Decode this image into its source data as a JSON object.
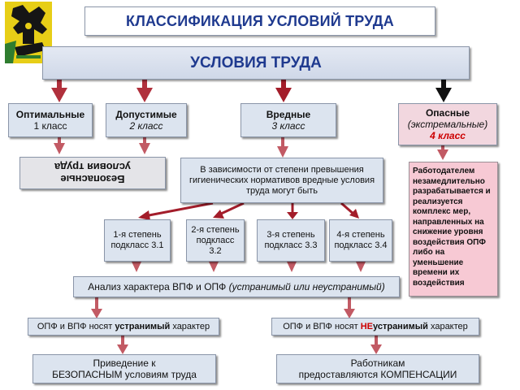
{
  "title": "КЛАССИФИКАЦИЯ УСЛОВИЙ ТРУДА",
  "band": "УСЛОВИЯ ТРУДА",
  "classes": {
    "optimal": {
      "name": "Оптимальные",
      "cls": "1 класс"
    },
    "admissible": {
      "name": "Допустимые",
      "cls": "2 класс"
    },
    "harmful": {
      "name": "Вредные",
      "cls": "3 класс"
    },
    "dangerous": {
      "name": "Опасные",
      "sub": "(экстремальные)",
      "cls": "4 класс"
    }
  },
  "safe_conditions": {
    "line1": "Безопасные",
    "line2": "условия труда"
  },
  "harmful_note": "В зависимости от степени превышения гигиенических нормативов вредные условия труда могут быть",
  "dangerous_note": "Работодателем незамедлительно разрабатывается и реализуется комплекс мер, направленных на снижение уровня воздействия ОПФ либо на уменьшение времени их воздействия",
  "degrees": [
    {
      "label": "1-я степень подкласс 3.1"
    },
    {
      "label": "2-я степень подкласс 3.2"
    },
    {
      "label": "3-я степень подкласс 3.3"
    },
    {
      "label": "4-я степень подкласс 3.4"
    }
  ],
  "analysis": {
    "text": "Анализ характера ВПФ и ОПФ ",
    "italic": "(устранимый или неустранимый)"
  },
  "left_branch": {
    "prefix": "ОПФ и ВПФ носят ",
    "bold": "устранимый",
    "suffix": "характер"
  },
  "right_branch": {
    "prefix": "ОПФ и ВПФ носят ",
    "bold_red": "НЕ",
    "bold": "устранимый",
    "suffix": "характер"
  },
  "result_left": {
    "line1": "Приведение к",
    "line2": "БЕЗОПАСНЫМ условиям труда"
  },
  "result_right": {
    "line1": "Работникам",
    "line2": "предоставляются КОМПЕНСАЦИИ"
  },
  "colors": {
    "arrow_red": "#b0303c",
    "arrow_black": "#111111",
    "title_blue": "#1f3a8f",
    "accent_red": "#cc0000",
    "pink_box": "#f7c9d4"
  },
  "icons": [
    "coat-of-arms-logo"
  ]
}
